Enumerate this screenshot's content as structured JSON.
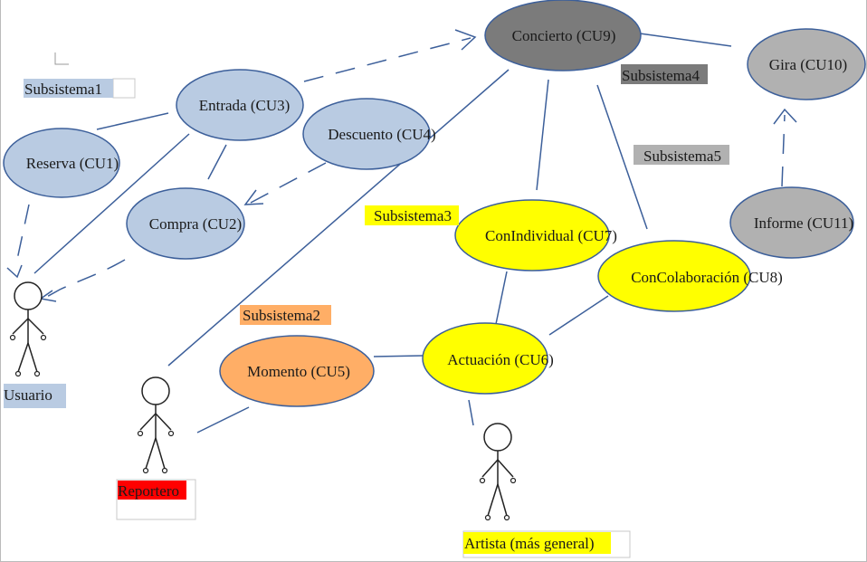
{
  "colors": {
    "blue_fill": "#b9cbe2",
    "blue_stroke": "#3c5f9a",
    "dark_fill": "#7b7b7b",
    "gray_fill": "#b1b1b1",
    "yellow_fill": "#ffff00",
    "orange_fill": "#ffae66",
    "red_fill": "#ff0000",
    "tag_blue": "#b9cbe2",
    "tag_dark": "#7b7b7b",
    "tag_gray": "#b1b1b1",
    "tag_yellow": "#ffff00",
    "tag_orange": "#ffae66"
  },
  "subsystems": {
    "s1": "Subsistema1",
    "s2": "Subsistema2",
    "s3": "Subsistema3",
    "s4": "Subsistema4",
    "s5": "Subsistema5"
  },
  "use_cases": {
    "cu1": "Reserva (CU1)",
    "cu2": "Compra (CU2)",
    "cu3": "Entrada (CU3)",
    "cu4": "Descuento (CU4)",
    "cu5": "Momento (CU5)",
    "cu6": "Actuación (CU6)",
    "cu7": "ConIndividual (CU7)",
    "cu8": "ConColaboración (CU8)",
    "cu9": "Concierto (CU9)",
    "cu10": "Gira (CU10)",
    "cu11": "Informe (CU11)"
  },
  "actors": {
    "usuario": "Usuario",
    "reportero": "Reportero",
    "artista": "Artista (más general)"
  }
}
